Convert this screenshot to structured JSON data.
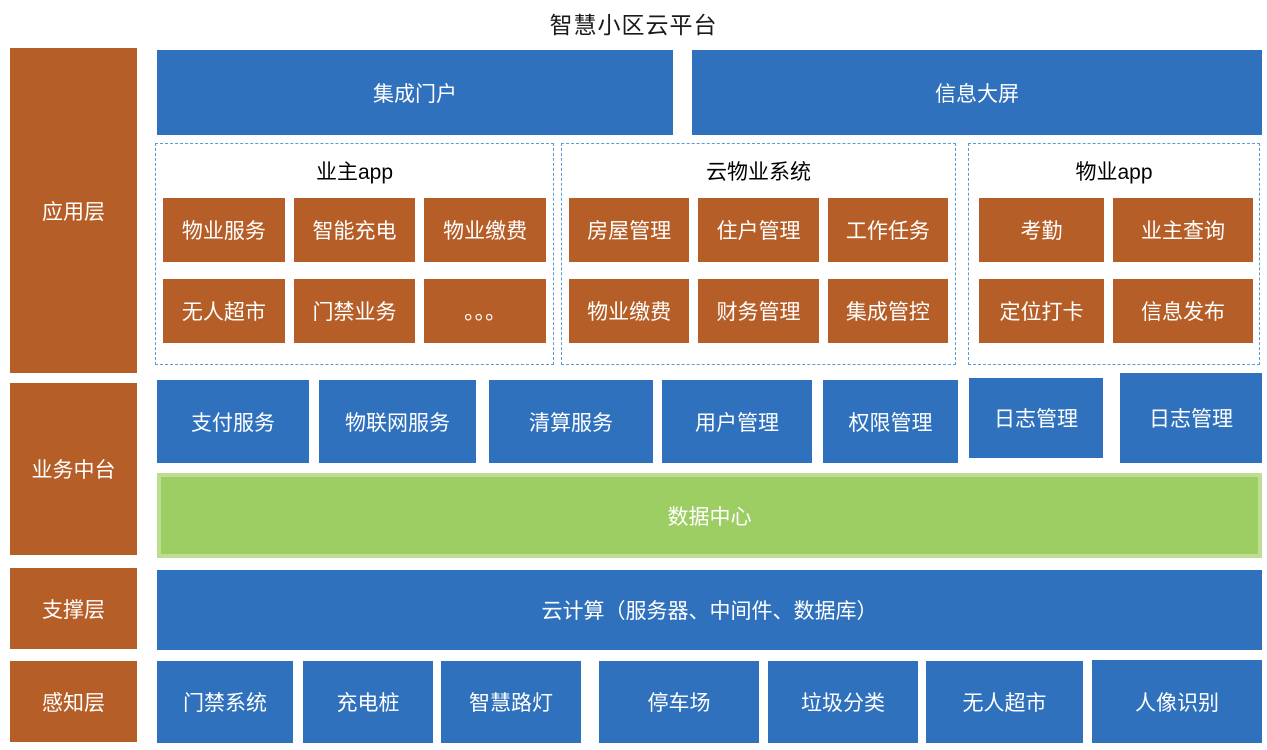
{
  "title": "智慧小区云平台",
  "layers": [
    {
      "label": "应用层"
    },
    {
      "label": "业务中台"
    },
    {
      "label": "支撑层"
    },
    {
      "label": "感知层"
    }
  ],
  "top_row": [
    {
      "label": "集成门户"
    },
    {
      "label": "信息大屏"
    }
  ],
  "groups": [
    {
      "title": "业主app",
      "tiles": [
        "物业服务",
        "智能充电",
        "物业缴费",
        "无人超市",
        "门禁业务",
        "。。。"
      ]
    },
    {
      "title": "云物业系统",
      "tiles": [
        "房屋管理",
        "住户管理",
        "工作任务",
        "物业缴费",
        "财务管理",
        "集成管控"
      ]
    },
    {
      "title": "物业app",
      "tiles": [
        "考勤",
        "业主查询",
        "定位打卡",
        "信息发布"
      ]
    }
  ],
  "business_services": [
    "支付服务",
    "物联网服务",
    "清算服务",
    "用户管理",
    "权限管理",
    "日志管理",
    "日志管理"
  ],
  "data_center_label": "数据中心",
  "support_bar_label": "云计算（服务器、中间件、数据库）",
  "perception_items": [
    "门禁系统",
    "充电桩",
    "智慧路灯",
    "停车场",
    "垃圾分类",
    "无人超市",
    "人像识别"
  ],
  "colors": {
    "orange": "#B65E28",
    "blue": "#2F71BC",
    "green": "#9CCE63",
    "green-border": "#BCDD92",
    "dash-border": "#5B9BD5",
    "title-text": "#1A1A1A"
  }
}
